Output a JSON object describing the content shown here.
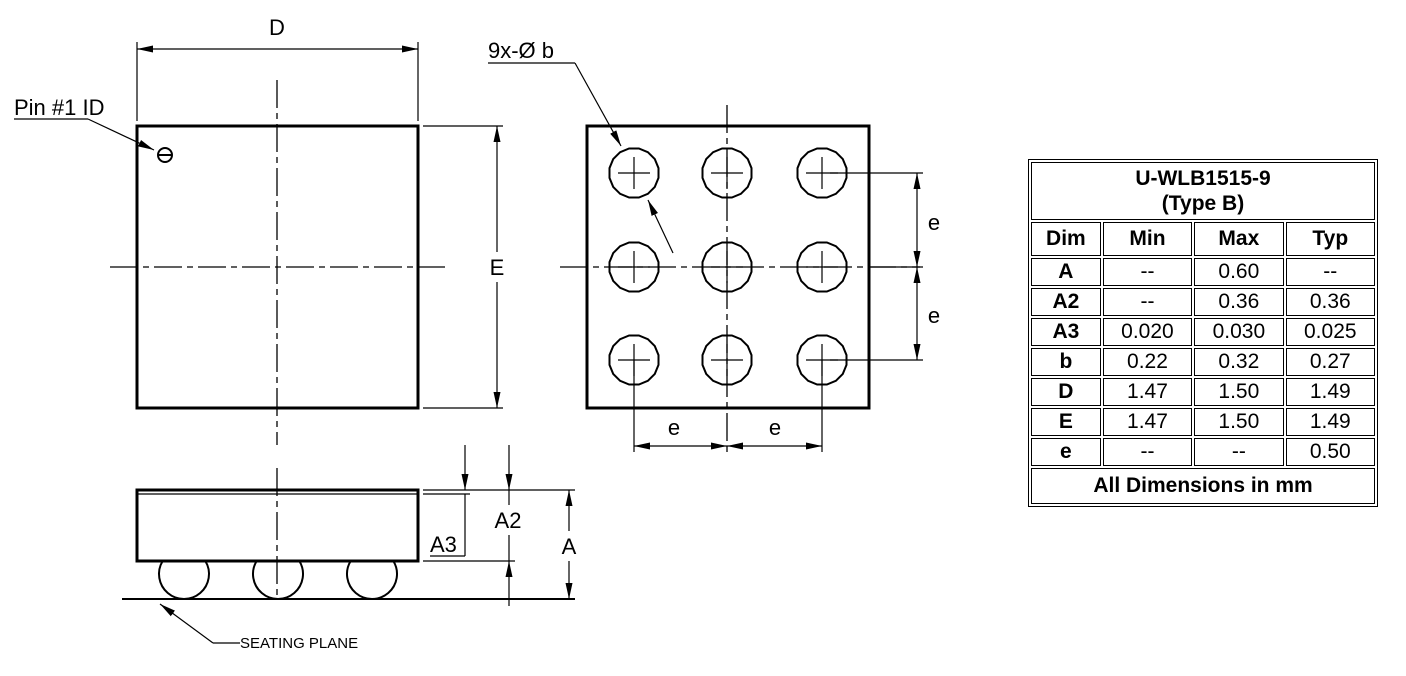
{
  "drawing": {
    "labels": {
      "D": "D",
      "E": "E",
      "pin1": "Pin #1  ID",
      "ball_callout": "9x-Ø b",
      "e": "e",
      "A": "A",
      "A2": "A2",
      "A3": "A3",
      "seating_plane": "SEATING PLANE"
    }
  },
  "table": {
    "title_line1": "U-WLB1515-9",
    "title_line2": "(Type B)",
    "headers": [
      "Dim",
      "Min",
      "Max",
      "Typ"
    ],
    "rows": [
      [
        "A",
        "--",
        "0.60",
        "--"
      ],
      [
        "A2",
        "--",
        "0.36",
        "0.36"
      ],
      [
        "A3",
        "0.020",
        "0.030",
        "0.025"
      ],
      [
        "b",
        "0.22",
        "0.32",
        "0.27"
      ],
      [
        "D",
        "1.47",
        "1.50",
        "1.49"
      ],
      [
        "E",
        "1.47",
        "1.50",
        "1.49"
      ],
      [
        "e",
        "--",
        "--",
        "0.50"
      ]
    ],
    "footer": "All Dimensions in mm"
  }
}
